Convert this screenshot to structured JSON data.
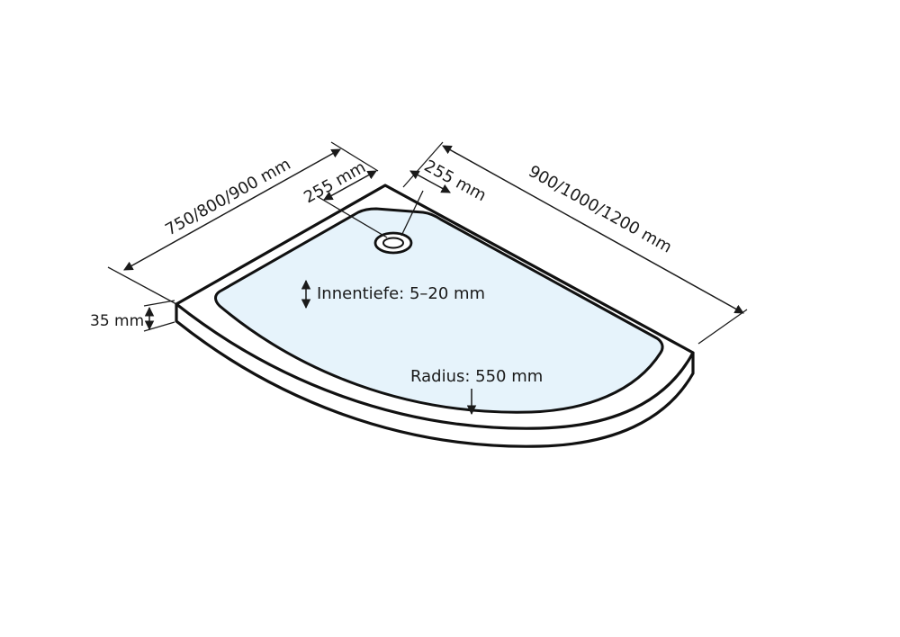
{
  "dimensions": {
    "width_options": "750/800/900 mm",
    "length_options": "900/1000/1200 mm",
    "drain_offset_left": "255 mm",
    "drain_offset_right": "255 mm",
    "height": "35 mm",
    "inner_depth": "Innentiefe: 5–20 mm",
    "radius": "Radius: 550 mm"
  },
  "colors": {
    "basin_fill": "#e6f3fb",
    "line": "#111111"
  }
}
